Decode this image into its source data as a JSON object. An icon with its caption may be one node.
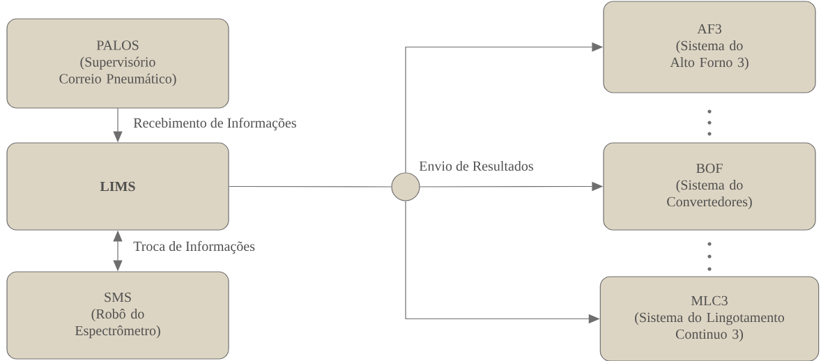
{
  "diagram": {
    "nodes": [
      {
        "text": [
          "PALOS",
          "(Supervisório Correio Pneumático)"
        ]
      },
      {
        "text": [
          "LIMS"
        ]
      },
      {
        "text": [
          "SMS",
          "(Robô do Espectrômetro)"
        ]
      },
      {
        "text": [],
        "shape": "circle"
      },
      {
        "text": [
          "AF3",
          "(Sistema do Alto Forno 3)"
        ]
      },
      {
        "text": [
          "BOF",
          "(Sistema do Convertedores)"
        ]
      },
      {
        "text": [
          "MLC3",
          "(Sistema do Lingotamento Continuo 3)"
        ]
      }
    ],
    "edges": [
      {
        "from": 0,
        "to": 1,
        "arrow": "to",
        "label": "Recebimento de Informações"
      },
      {
        "from": 1,
        "to": 2,
        "arrow": "both",
        "label": "Troca de Informações"
      },
      {
        "from": 1,
        "to": 3,
        "arrow": "none"
      },
      {
        "from": 3,
        "to": 4,
        "arrow": "to"
      },
      {
        "from": 3,
        "to": 5,
        "arrow": "to",
        "label": "Envio de Resultados"
      },
      {
        "from": 3,
        "to": 6,
        "arrow": "to"
      }
    ]
  }
}
